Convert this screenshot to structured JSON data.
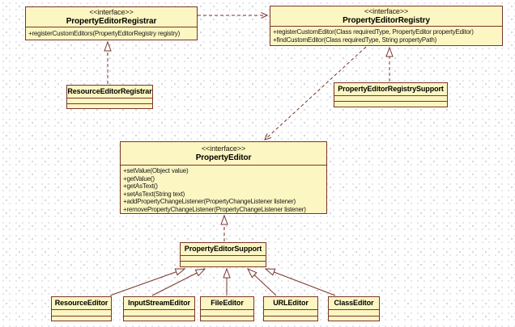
{
  "diagram": {
    "kind": "uml-class-diagram",
    "colors": {
      "box_fill": "#FCF6C2",
      "box_border": "#7A362B",
      "grid_dot": "#C6CAD6",
      "background": "#FFFFFF"
    }
  },
  "boxes": {
    "registrar": {
      "stereotype": "<<interface>>",
      "name": "PropertyEditorRegistrar",
      "methods": [
        "+registerCustomEditors(PropertyEditorRegistry registry)"
      ]
    },
    "registry": {
      "stereotype": "<<interface>>",
      "name": "PropertyEditorRegistry",
      "methods": [
        "+registerCustomEditor(Class requiredType, PropertyEditor propertyEditor)",
        "+findCustomEditor(Class requiredType, String propertyPath)"
      ]
    },
    "resource_editor_registrar": {
      "name": "ResourceEditorRegistrar"
    },
    "registry_support": {
      "name": "PropertyEditorRegistrySupport"
    },
    "property_editor": {
      "stereotype": "<<interface>>",
      "name": "PropertyEditor",
      "methods": [
        "+setValue(Object value)",
        "+getValue()",
        "+getAsText()",
        "+setAsText(String text)",
        "+addPropertyChangeListener(PropertyChangeListener listener)",
        "+removePropertyChangeListener(PropertyChangeListener listener)"
      ]
    },
    "property_editor_support": {
      "name": "PropertyEditorSupport"
    },
    "resource_editor": {
      "name": "ResourceEditor"
    },
    "input_stream_editor": {
      "name": "InputStreamEditor"
    },
    "file_editor": {
      "name": "FileEditor"
    },
    "url_editor": {
      "name": "URLEditor"
    },
    "class_editor": {
      "name": "ClassEditor"
    }
  },
  "relations": [
    {
      "type": "dependency",
      "from": "PropertyEditorRegistrar",
      "to": "PropertyEditorRegistry"
    },
    {
      "type": "realization",
      "from": "ResourceEditorRegistrar",
      "to": "PropertyEditorRegistrar"
    },
    {
      "type": "realization",
      "from": "PropertyEditorRegistrySupport",
      "to": "PropertyEditorRegistry"
    },
    {
      "type": "dependency",
      "from": "PropertyEditorRegistry",
      "to": "PropertyEditor"
    },
    {
      "type": "realization",
      "from": "PropertyEditorSupport",
      "to": "PropertyEditor"
    },
    {
      "type": "generalization",
      "from": "ResourceEditor",
      "to": "PropertyEditorSupport"
    },
    {
      "type": "generalization",
      "from": "InputStreamEditor",
      "to": "PropertyEditorSupport"
    },
    {
      "type": "generalization",
      "from": "FileEditor",
      "to": "PropertyEditorSupport"
    },
    {
      "type": "generalization",
      "from": "URLEditor",
      "to": "PropertyEditorSupport"
    },
    {
      "type": "generalization",
      "from": "ClassEditor",
      "to": "PropertyEditorSupport"
    }
  ]
}
